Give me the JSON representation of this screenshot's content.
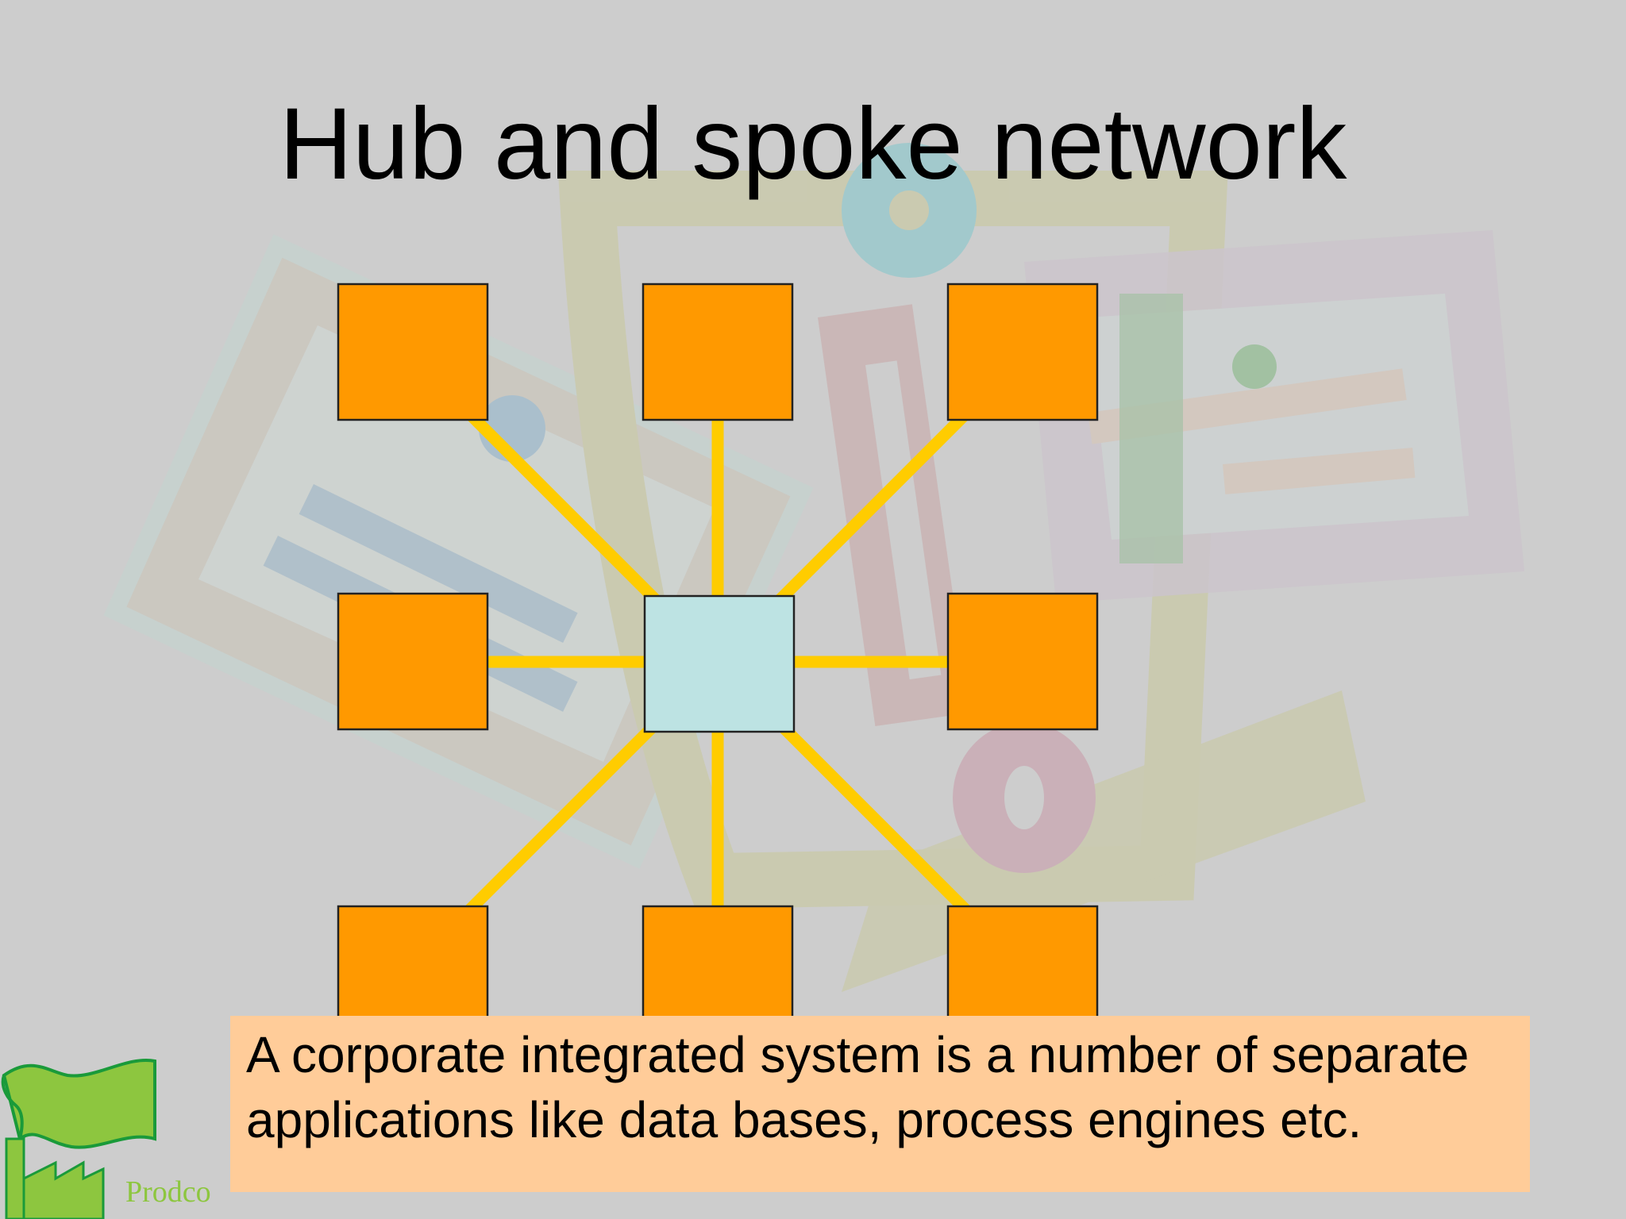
{
  "slide": {
    "title": "Hub and spoke network",
    "caption": "A corporate integrated system is a number of separate applications like data bases, process engines etc.",
    "logo_text": "Prodco"
  },
  "colors": {
    "background": "#cdcdcd",
    "spoke_node": "#ff9900",
    "hub_node": "#bde3e3",
    "connector": "#ffcc00",
    "caption_box": "#ffcc99",
    "logo_green": "#8dc63f"
  },
  "diagram": {
    "type": "hub-and-spoke",
    "hub_count": 1,
    "spoke_count": 8
  }
}
